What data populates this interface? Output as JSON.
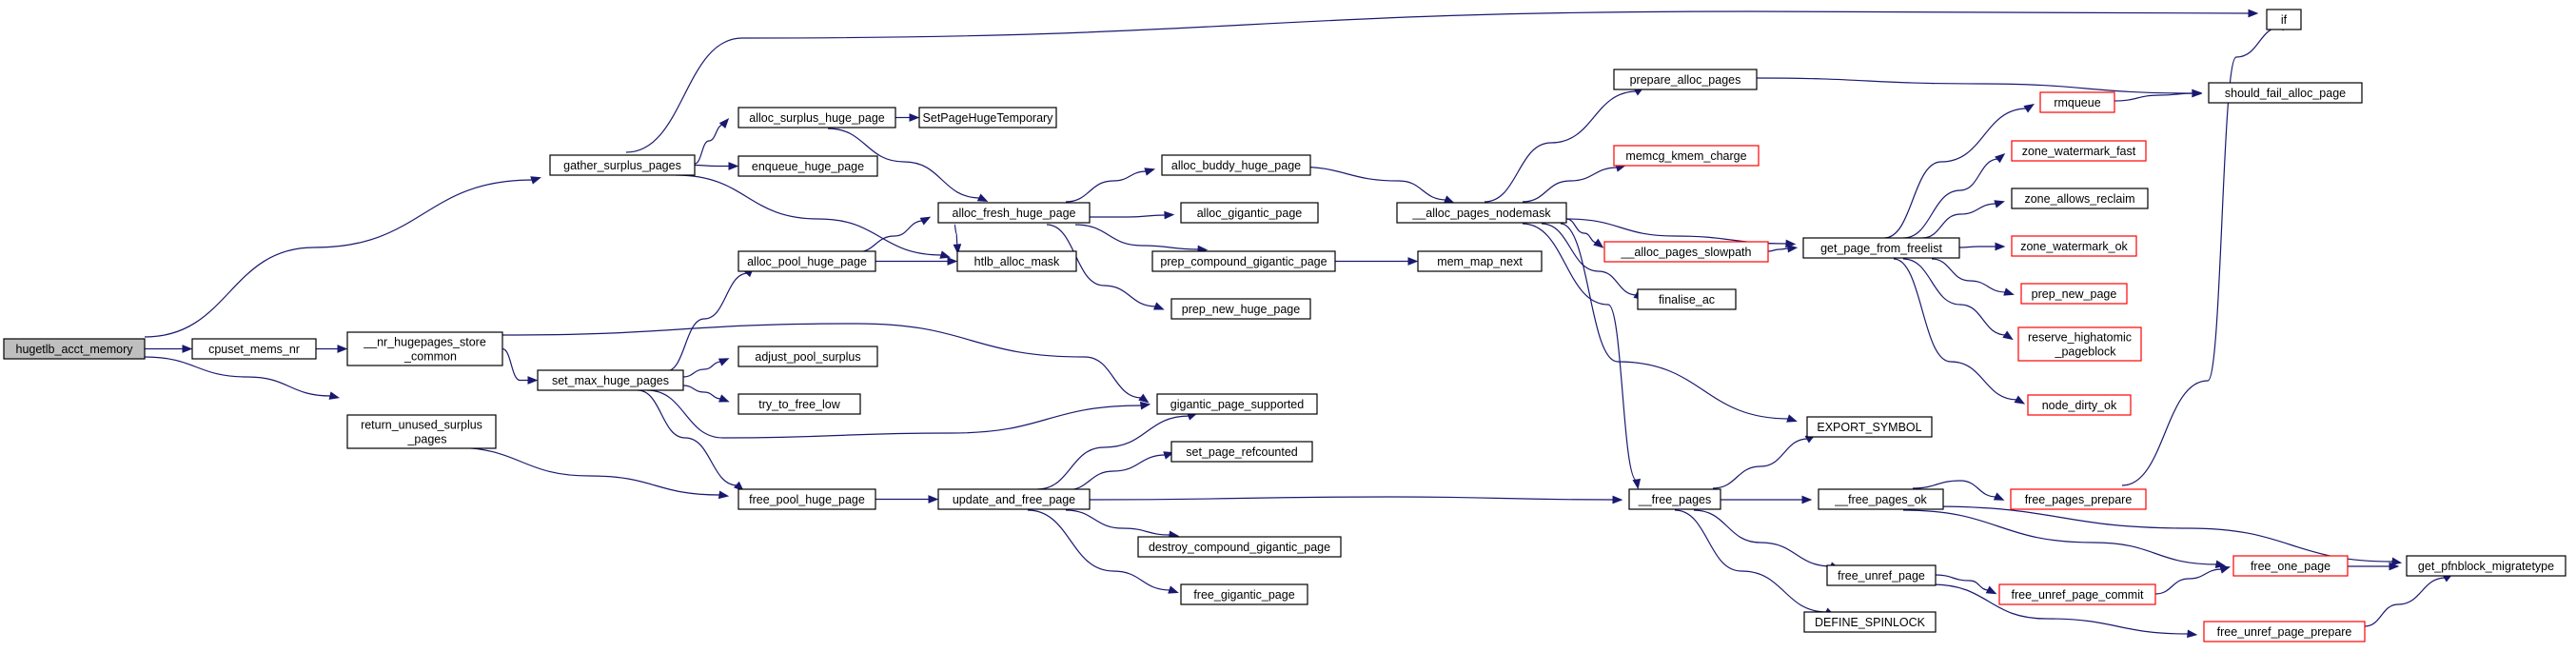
{
  "colors": {
    "edge": "#191970",
    "node_border": "#000000",
    "node_border_link": "#ff0000",
    "node_fill": "#ffffff",
    "root_fill": "#bfbfbf"
  },
  "nodes": [
    {
      "id": "n0",
      "label": "hugetlb_acct_memory",
      "kind": "root"
    },
    {
      "id": "n1",
      "label": "cpuset_mems_nr",
      "kind": "normal"
    },
    {
      "id": "n2",
      "label": "gather_surplus_pages",
      "kind": "normal"
    },
    {
      "id": "n3",
      "label": "return_unused_surplus\n_pages",
      "kind": "normal"
    },
    {
      "id": "n4",
      "label": "__nr_hugepages_store\n_common",
      "kind": "normal"
    },
    {
      "id": "n5",
      "label": "set_max_huge_pages",
      "kind": "normal"
    },
    {
      "id": "n6",
      "label": "alloc_surplus_huge_page",
      "kind": "normal"
    },
    {
      "id": "n7",
      "label": "enqueue_huge_page",
      "kind": "normal"
    },
    {
      "id": "n8",
      "label": "alloc_pool_huge_page",
      "kind": "normal"
    },
    {
      "id": "n9",
      "label": "adjust_pool_surplus",
      "kind": "normal"
    },
    {
      "id": "n10",
      "label": "try_to_free_low",
      "kind": "normal"
    },
    {
      "id": "n11",
      "label": "free_pool_huge_page",
      "kind": "normal"
    },
    {
      "id": "n12",
      "label": "SetPageHugeTemporary",
      "kind": "normal"
    },
    {
      "id": "n13",
      "label": "alloc_fresh_huge_page",
      "kind": "normal"
    },
    {
      "id": "n14",
      "label": "htlb_alloc_mask",
      "kind": "normal"
    },
    {
      "id": "n15",
      "label": "gigantic_page_supported",
      "kind": "normal"
    },
    {
      "id": "n16",
      "label": "update_and_free_page",
      "kind": "normal"
    },
    {
      "id": "n17",
      "label": "alloc_buddy_huge_page",
      "kind": "normal"
    },
    {
      "id": "n18",
      "label": "alloc_gigantic_page",
      "kind": "normal"
    },
    {
      "id": "n19",
      "label": "prep_compound_gigantic_page",
      "kind": "normal"
    },
    {
      "id": "n20",
      "label": "prep_new_huge_page",
      "kind": "normal"
    },
    {
      "id": "n21",
      "label": "set_page_refcounted",
      "kind": "normal"
    },
    {
      "id": "n22",
      "label": "destroy_compound_gigantic_page",
      "kind": "normal"
    },
    {
      "id": "n23",
      "label": "free_gigantic_page",
      "kind": "normal"
    },
    {
      "id": "n24",
      "label": "__alloc_pages_nodemask",
      "kind": "normal"
    },
    {
      "id": "n25",
      "label": "mem_map_next",
      "kind": "normal"
    },
    {
      "id": "n26",
      "label": "prepare_alloc_pages",
      "kind": "normal"
    },
    {
      "id": "n27",
      "label": "memcg_kmem_charge",
      "kind": "link"
    },
    {
      "id": "n28",
      "label": "__alloc_pages_slowpath",
      "kind": "link"
    },
    {
      "id": "n29",
      "label": "finalise_ac",
      "kind": "normal"
    },
    {
      "id": "n30",
      "label": "EXPORT_SYMBOL",
      "kind": "normal"
    },
    {
      "id": "n31",
      "label": "__free_pages",
      "kind": "normal"
    },
    {
      "id": "n32",
      "label": "get_page_from_freelist",
      "kind": "normal"
    },
    {
      "id": "n33",
      "label": "__free_pages_ok",
      "kind": "normal"
    },
    {
      "id": "n34",
      "label": "free_unref_page",
      "kind": "normal"
    },
    {
      "id": "n35",
      "label": "DEFINE_SPINLOCK",
      "kind": "normal"
    },
    {
      "id": "n36",
      "label": "if",
      "kind": "normal"
    },
    {
      "id": "n37",
      "label": "rmqueue",
      "kind": "link"
    },
    {
      "id": "n38",
      "label": "should_fail_alloc_page",
      "kind": "normal"
    },
    {
      "id": "n39",
      "label": "zone_watermark_fast",
      "kind": "link"
    },
    {
      "id": "n40",
      "label": "zone_allows_reclaim",
      "kind": "normal"
    },
    {
      "id": "n41",
      "label": "zone_watermark_ok",
      "kind": "link"
    },
    {
      "id": "n42",
      "label": "prep_new_page",
      "kind": "link"
    },
    {
      "id": "n43",
      "label": "reserve_highatomic\n_pageblock",
      "kind": "link"
    },
    {
      "id": "n44",
      "label": "node_dirty_ok",
      "kind": "link"
    },
    {
      "id": "n45",
      "label": "free_pages_prepare",
      "kind": "link"
    },
    {
      "id": "n46",
      "label": "free_unref_page_commit",
      "kind": "link"
    },
    {
      "id": "n47",
      "label": "free_one_page",
      "kind": "link"
    },
    {
      "id": "n48",
      "label": "free_unref_page_prepare",
      "kind": "link"
    },
    {
      "id": "n49",
      "label": "get_pfnblock_migratetype",
      "kind": "normal"
    }
  ],
  "edges": [
    [
      "n0",
      "n1"
    ],
    [
      "n0",
      "n2"
    ],
    [
      "n0",
      "n3"
    ],
    [
      "n1",
      "n4"
    ],
    [
      "n4",
      "n5"
    ],
    [
      "n4",
      "n15"
    ],
    [
      "n2",
      "n36"
    ],
    [
      "n2",
      "n6"
    ],
    [
      "n2",
      "n7"
    ],
    [
      "n2",
      "n14"
    ],
    [
      "n3",
      "n11"
    ],
    [
      "n5",
      "n8"
    ],
    [
      "n5",
      "n9"
    ],
    [
      "n5",
      "n10"
    ],
    [
      "n5",
      "n15"
    ],
    [
      "n5",
      "n11"
    ],
    [
      "n6",
      "n12"
    ],
    [
      "n6",
      "n13"
    ],
    [
      "n8",
      "n13"
    ],
    [
      "n8",
      "n14"
    ],
    [
      "n11",
      "n16"
    ],
    [
      "n13",
      "n17"
    ],
    [
      "n13",
      "n14"
    ],
    [
      "n13",
      "n18"
    ],
    [
      "n13",
      "n19"
    ],
    [
      "n13",
      "n20"
    ],
    [
      "n16",
      "n15"
    ],
    [
      "n16",
      "n21"
    ],
    [
      "n16",
      "n22"
    ],
    [
      "n16",
      "n23"
    ],
    [
      "n16",
      "n31"
    ],
    [
      "n17",
      "n24"
    ],
    [
      "n19",
      "n25"
    ],
    [
      "n24",
      "n26"
    ],
    [
      "n24",
      "n27"
    ],
    [
      "n24",
      "n28"
    ],
    [
      "n24",
      "n29"
    ],
    [
      "n24",
      "n30"
    ],
    [
      "n24",
      "n31"
    ],
    [
      "n24",
      "n32"
    ],
    [
      "n26",
      "n38"
    ],
    [
      "n28",
      "n32"
    ],
    [
      "n31",
      "n30"
    ],
    [
      "n31",
      "n33"
    ],
    [
      "n31",
      "n34"
    ],
    [
      "n31",
      "n35"
    ],
    [
      "n32",
      "n37"
    ],
    [
      "n32",
      "n39"
    ],
    [
      "n32",
      "n40"
    ],
    [
      "n32",
      "n41"
    ],
    [
      "n32",
      "n42"
    ],
    [
      "n32",
      "n43"
    ],
    [
      "n32",
      "n44"
    ],
    [
      "n37",
      "n38"
    ],
    [
      "n33",
      "n45"
    ],
    [
      "n33",
      "n47"
    ],
    [
      "n33",
      "n49"
    ],
    [
      "n34",
      "n46"
    ],
    [
      "n34",
      "n48"
    ],
    [
      "n45",
      "n36"
    ],
    [
      "n46",
      "n47"
    ],
    [
      "n47",
      "n49"
    ],
    [
      "n48",
      "n49"
    ]
  ]
}
